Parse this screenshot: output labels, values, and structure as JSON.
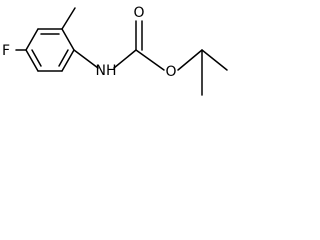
{
  "molecule": {
    "atoms": {
      "fluorine": "F",
      "carbonyl_oxygen": "O",
      "ester_oxygen": "O",
      "amine": "NH"
    }
  }
}
